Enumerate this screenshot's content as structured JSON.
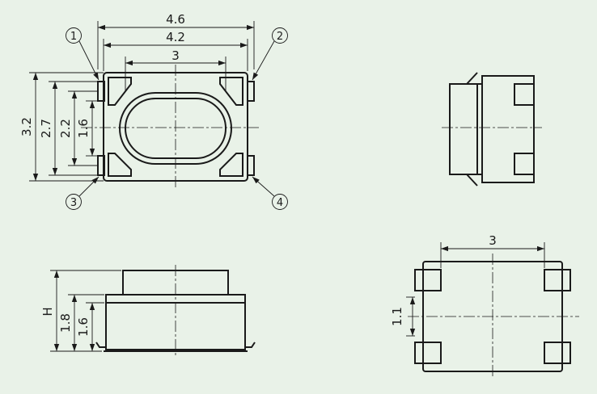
{
  "top_view": {
    "dims": {
      "overall_width": "4.6",
      "body_width": "4.2",
      "pad_span": "3",
      "overall_height": "3.2",
      "body_height": "2.7",
      "inner_height": "2.2",
      "actuator_height": "1.6"
    },
    "callouts": [
      "1",
      "2",
      "3",
      "4"
    ]
  },
  "front_view": {
    "dims": {
      "total_height": "H",
      "body_height": "1.8",
      "base_height": "1.6"
    }
  },
  "bottom_view": {
    "dims": {
      "pad_span": "3",
      "pad_gap": "1.1"
    }
  },
  "colors": {
    "background": "#e9f2e8",
    "line": "#1a1a1a",
    "fill": "#ffffff"
  }
}
